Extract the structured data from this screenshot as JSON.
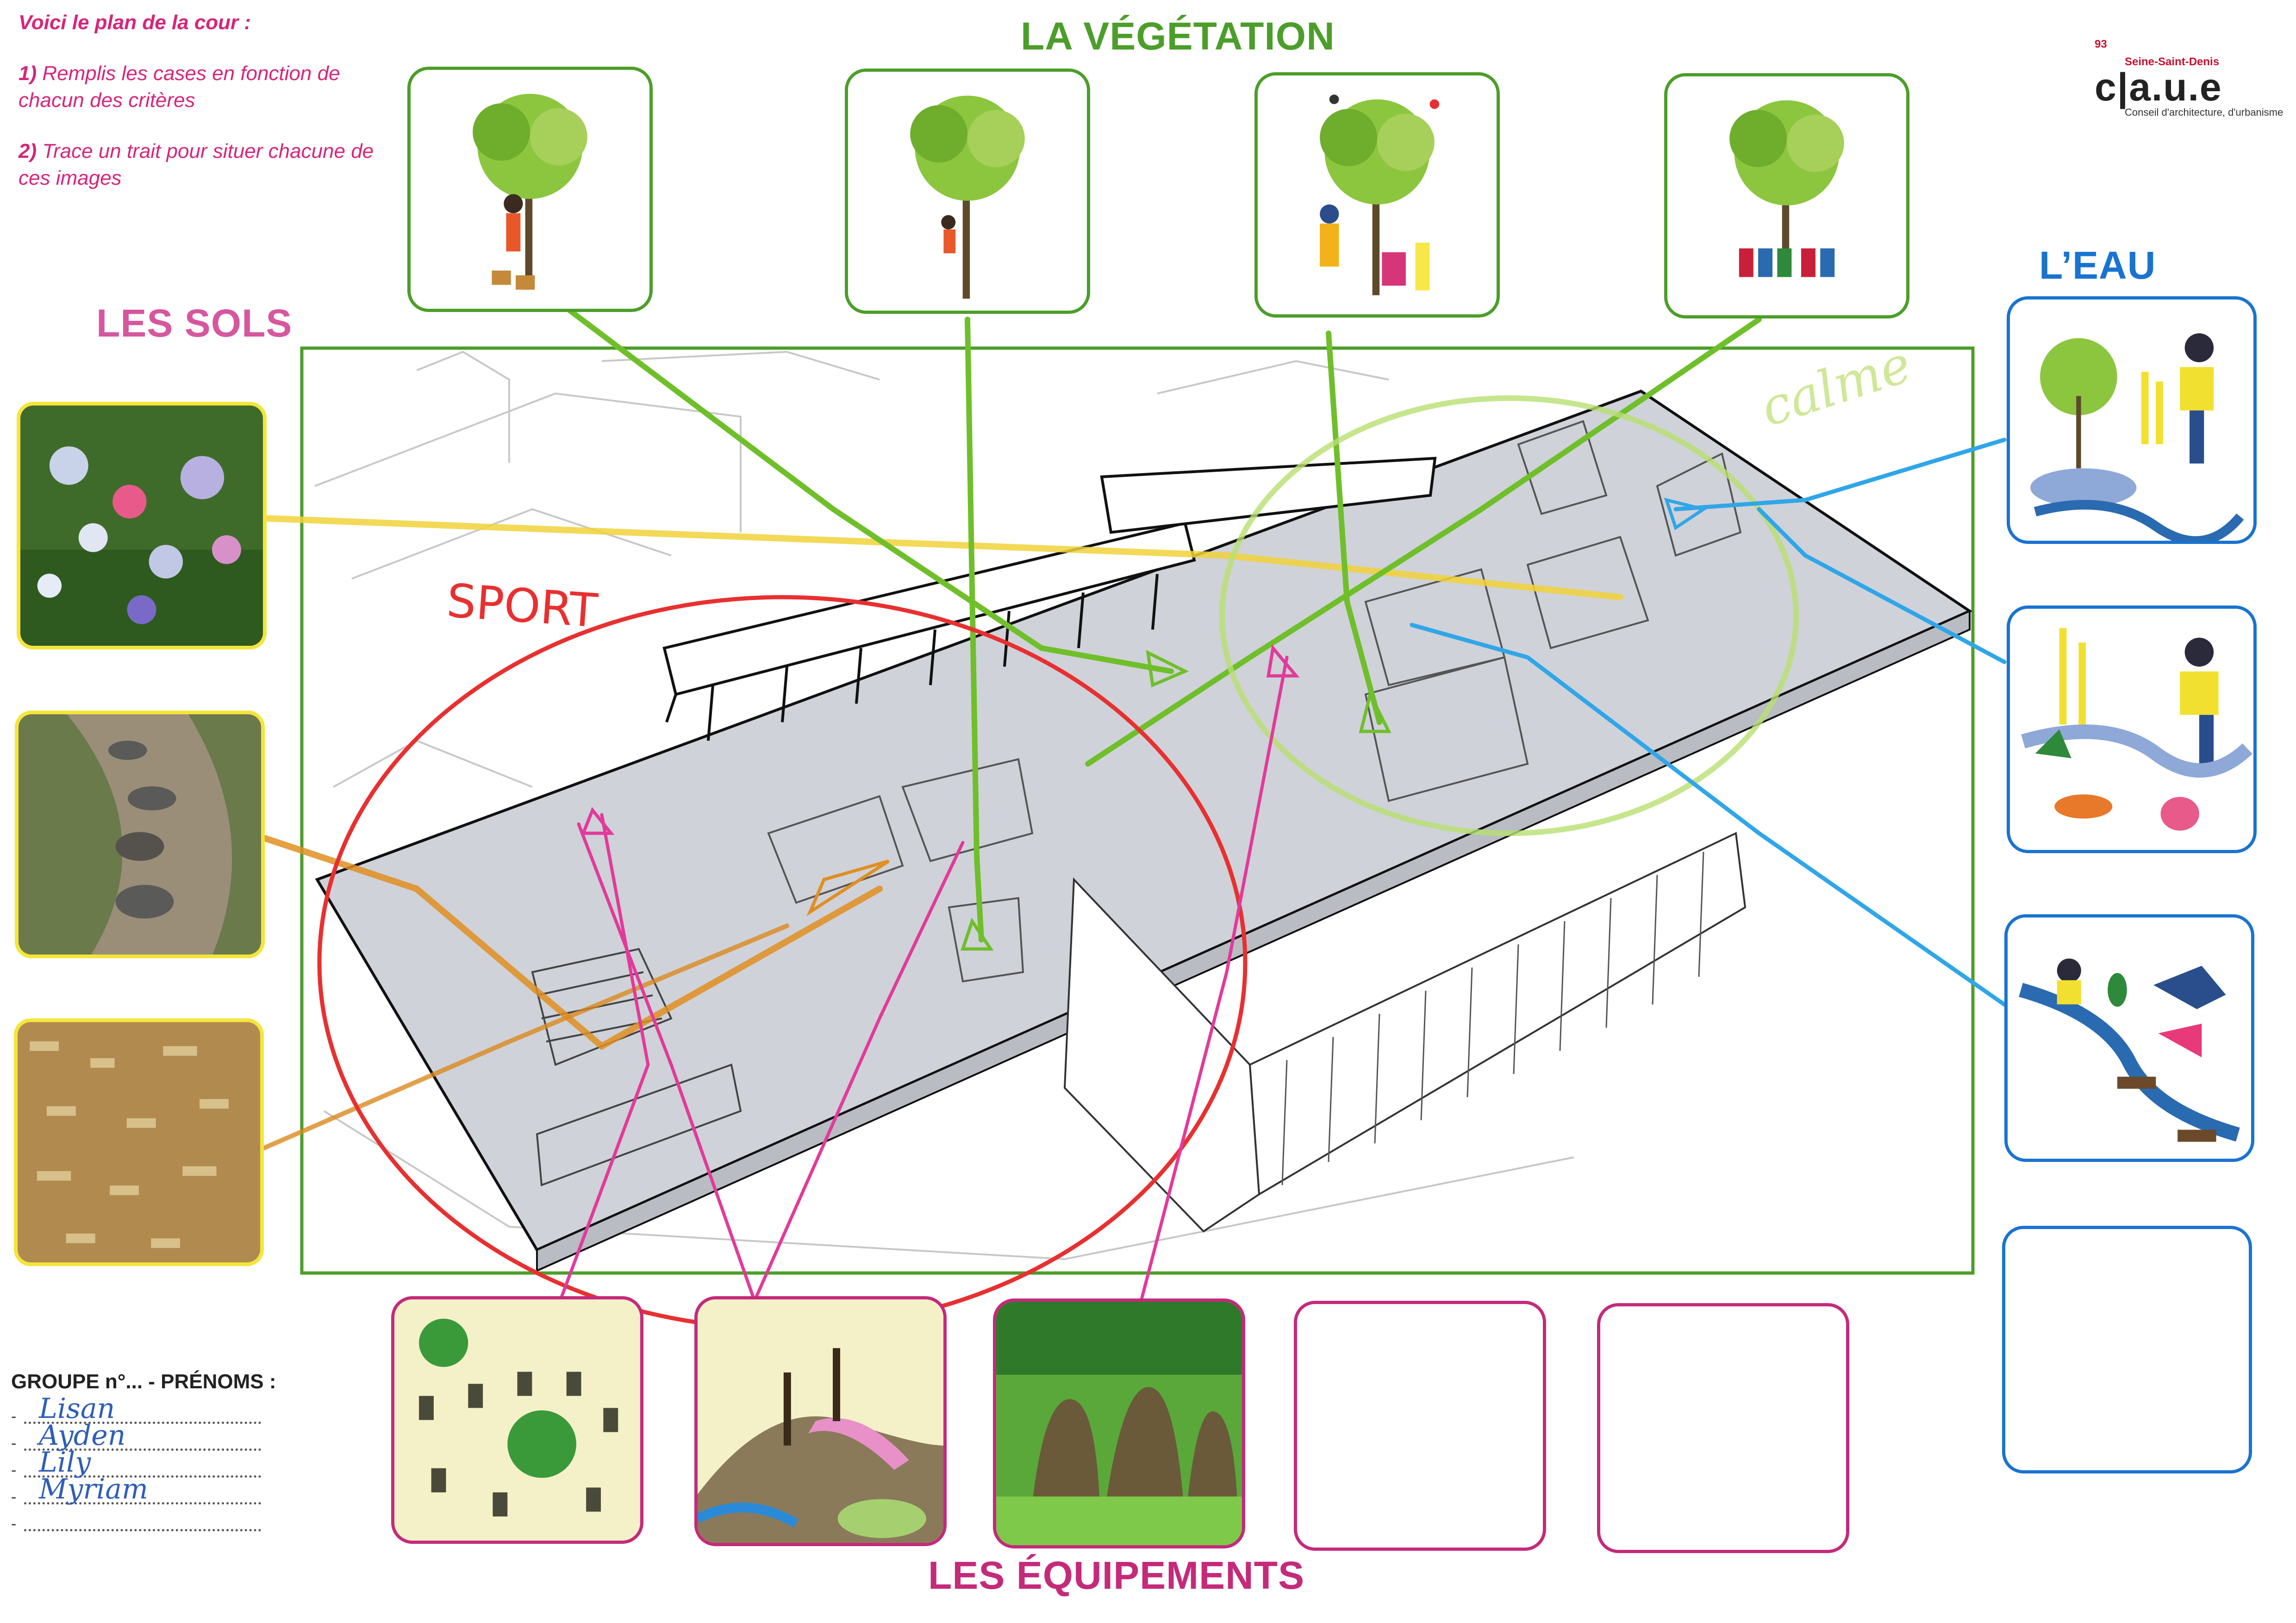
{
  "instructions": {
    "heading": "Voici le plan de la cour :",
    "step1_num": "1)",
    "step1_text": " Remplis les cases en fonction de chacun des critères",
    "step2_num": "2)",
    "step2_text": " Trace un trait pour situer chacune de ces images"
  },
  "sections": {
    "vegetation": "LA VÉGÉTATION",
    "sols": "LES SOLS",
    "eau": "L’EAU",
    "equipements": "LES ÉQUIPEMENTS"
  },
  "logo": {
    "number": "93",
    "region": "Seine-Saint-Denis",
    "name": "c|a.u.e",
    "subtitle": "Conseil d'architecture, d'urbanisme"
  },
  "plan_annotations": {
    "sport": "SPORT",
    "calme": "calme"
  },
  "group": {
    "title": "GROUPE n°... - PRÉNOMS :",
    "names": [
      "Lisan",
      "Ayden",
      "Lily",
      "Myriam",
      ""
    ]
  },
  "colors": {
    "vegetation": "#4c9e2a",
    "sols_title": "#d6579e",
    "sols_border": "#f5e53a",
    "eau": "#1a73d0",
    "equipements": "#c42a7a",
    "instructions": "#d6257a",
    "logo_accent": "#c8102e"
  },
  "icons": {
    "vegetation_cards": [
      "tree-with-child-icon",
      "tree-climbing-child-icon",
      "tree-with-birds-icon",
      "tree-with-group-icon"
    ],
    "eau_cards": [
      "water-plants-icon",
      "water-fauna-icon",
      "water-play-icon",
      "empty-card"
    ],
    "sols_cards": [
      "flower-meadow-photo",
      "stepping-stones-photo",
      "wood-chips-photo"
    ],
    "equipement_cards": [
      "stumps-seating-drawing",
      "play-hill-slide-drawing",
      "willow-huts-drawing",
      "empty-card",
      "empty-card"
    ]
  }
}
